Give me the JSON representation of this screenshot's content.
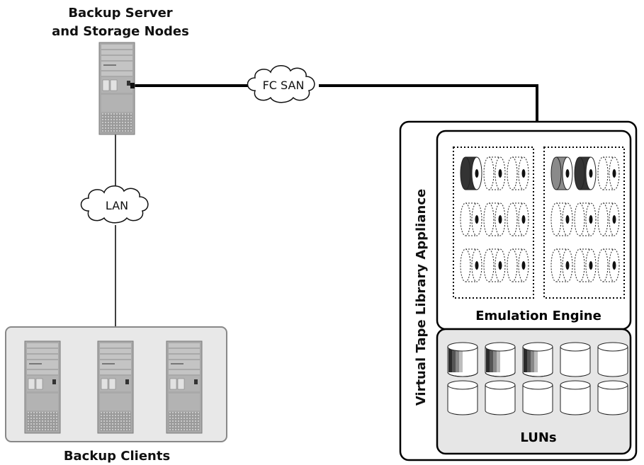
{
  "backup_server": {
    "title_line1": "Backup Server",
    "title_line2": "and Storage Nodes"
  },
  "clouds": {
    "fc_san": "FC SAN",
    "lan": "LAN"
  },
  "clients": {
    "title": "Backup Clients",
    "count": 3
  },
  "vtl": {
    "title": "Virtual Tape Library Appliance",
    "emulation_label": "Emulation Engine",
    "luns_label": "LUNs",
    "tape_groups": [
      {
        "filled": [
          "dark",
          "none",
          "none",
          "none",
          "none",
          "none",
          "none",
          "none",
          "none"
        ]
      },
      {
        "filled": [
          "gray",
          "dark",
          "none",
          "none",
          "none",
          "none",
          "none",
          "none",
          "none"
        ]
      }
    ],
    "lun_rows": [
      [
        "striped",
        "striped",
        "striped",
        "empty",
        "empty"
      ],
      [
        "empty",
        "empty",
        "empty",
        "empty",
        "empty"
      ]
    ]
  },
  "colors": {
    "line": "#000000",
    "panel_bg": "#e6e6e6",
    "server_gray": "#a9a9a9",
    "tape_dark": "#333333",
    "tape_gray": "#8a8a8a"
  }
}
